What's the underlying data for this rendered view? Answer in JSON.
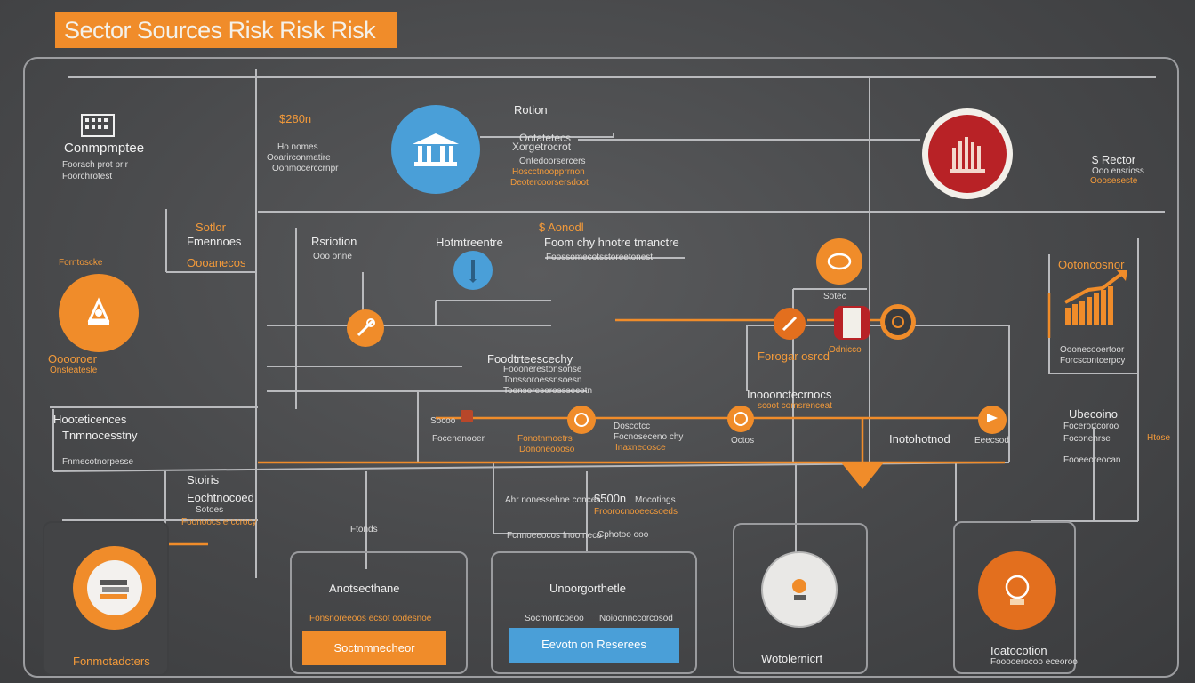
{
  "title": "Sector Sources Risk Risk Risk",
  "colors": {
    "orange": "#f08c2a",
    "blue": "#4a9fd8",
    "red": "#b82226",
    "dark": "#3e3f41",
    "line": "#b9babd"
  },
  "left_panel": {
    "company": {
      "label": "Conmpmptee",
      "line1": "Foorach prot prir",
      "line2": "Foorchrotest"
    },
    "source": {
      "heading": "Forntoscke",
      "label": "Ooooroer",
      "sub": "Onsteatesle"
    },
    "industries": {
      "line1": "Hooteticences",
      "line2": "Tnmnocesstny",
      "line3": "Fnmecotnorpesse"
    },
    "bottom": {
      "label": "Fonmotadcters"
    }
  },
  "top_row": {
    "left_texts": {
      "amount": "$280n",
      "a": "Ho nomes",
      "b": "Ooarirconmatire",
      "c": "Oonmocerccrnpr"
    },
    "bank": {
      "heading": "Rotion",
      "line1": "Ootatetecs",
      "line2": "Xorgetrocrot",
      "line3": "Ontedoorsercers",
      "line4": "Hoscctnoopprrnon",
      "line5": "Deotercoorsersdoot"
    },
    "right": {
      "amount": "$ Rector",
      "line1": "Ooo ensrioss",
      "line2": "Oooseseste"
    }
  },
  "middle": {
    "sector_box": {
      "heading": "Sotlor",
      "line1": "Fmennoes",
      "line2": "Oooanecos"
    },
    "relation": {
      "heading": "Rsriotion",
      "sub": "Ooo onne"
    },
    "hub": {
      "heading": "Hotmtreentre"
    },
    "center": {
      "amount": "$ Aonodl",
      "line": "Foom chy hnotre tmanctre",
      "sub": "Foossomecotsstoreetonest"
    },
    "label_sotec": "Sotec",
    "forgar": "Forogar osrcd",
    "odanos": "Odnicco",
    "foodt": {
      "heading": "Foodtrteescechy",
      "line1": "Fooonerestonsonse",
      "line2": "Tonssoroessnsoesn",
      "line3": "Toonsoresorosssecotn"
    },
    "innovation": {
      "heading": "Inooonctecrnocs",
      "line1": "scoot comsrenceat"
    },
    "growth": {
      "heading": "Ootoncosnor",
      "line1": "Ooonecooertoor",
      "line2": "Forcscontcerpcy"
    },
    "right_block": {
      "heading": "Ubecoino",
      "line1": "Focerortcoroo",
      "line2": "Foconenrse",
      "line3": "Fooeeoreocan"
    },
    "right_tag": "Htose"
  },
  "flow_row": {
    "n1": {
      "label": "Socoo",
      "sub": "Focenenooer"
    },
    "n2": {
      "line1": "Fonotnmoetrs",
      "line2": "Dononeoooso"
    },
    "n3": {
      "line1": "Doscotcc",
      "line2": "Focnoseceno chy",
      "line3": "Inaxneoosce"
    },
    "n4": {
      "label": "Octos"
    },
    "n5": {
      "label": "Inotohotnod"
    },
    "n6": {
      "label": "Eeecsod"
    }
  },
  "lower": {
    "stoiris": {
      "heading": "Stoiris",
      "line1": "Eochtnocoed",
      "line2": "Sotoes",
      "line3": "Foonoocs erccrocy"
    },
    "ftonds": "Ftonds",
    "sources": {
      "line1": "Ahr nonessehne conces",
      "amount": "$500n",
      "amount_label": "Mocotings",
      "line2": "Froorocnooeecsoeds",
      "line3": "Fcnnoeeocos fnoo neco",
      "line4": "Cphotoo ooo"
    }
  },
  "cards": [
    {
      "title": "Anotsecthane",
      "sub": "Fonsnoreeoos ecsot oodesnoe",
      "button": "Soctnmnecheor"
    },
    {
      "title": "Unoorgorthetle",
      "sub_a": "Socmontcoeoo",
      "sub_b": "Noioonnccorcosod",
      "button": "Eevotn on Reserees"
    },
    {
      "title": "Wotolernicrt"
    },
    {
      "title": "Ioatocotion",
      "sub": "Fooooerocoo eceoroo"
    }
  ]
}
